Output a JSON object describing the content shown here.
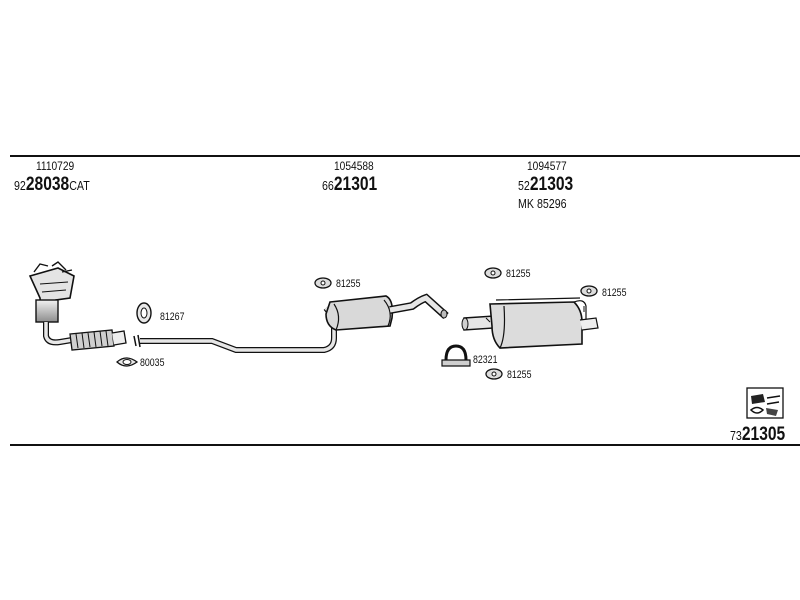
{
  "header": {
    "parts": [
      {
        "oe": "1110729",
        "prefix": "92",
        "number": "28038",
        "suffix": "CAT"
      },
      {
        "oe": "1054588",
        "prefix": "66",
        "number": "21301",
        "suffix": ""
      },
      {
        "oe": "1094577",
        "prefix": "52",
        "number": "21303",
        "suffix": "",
        "extra": "MK  85296"
      }
    ]
  },
  "callouts": {
    "c81267": "81267",
    "c80035": "80035",
    "c81255_a": "81255",
    "c81255_b": "81255",
    "c81255_c": "81255",
    "c82321": "82321",
    "c81255_d": "81255"
  },
  "footer": {
    "prefix": "73",
    "number": "21305"
  },
  "colors": {
    "line": "#111111",
    "fill": "#d6d6d6",
    "shade": "#9a9a9a"
  }
}
